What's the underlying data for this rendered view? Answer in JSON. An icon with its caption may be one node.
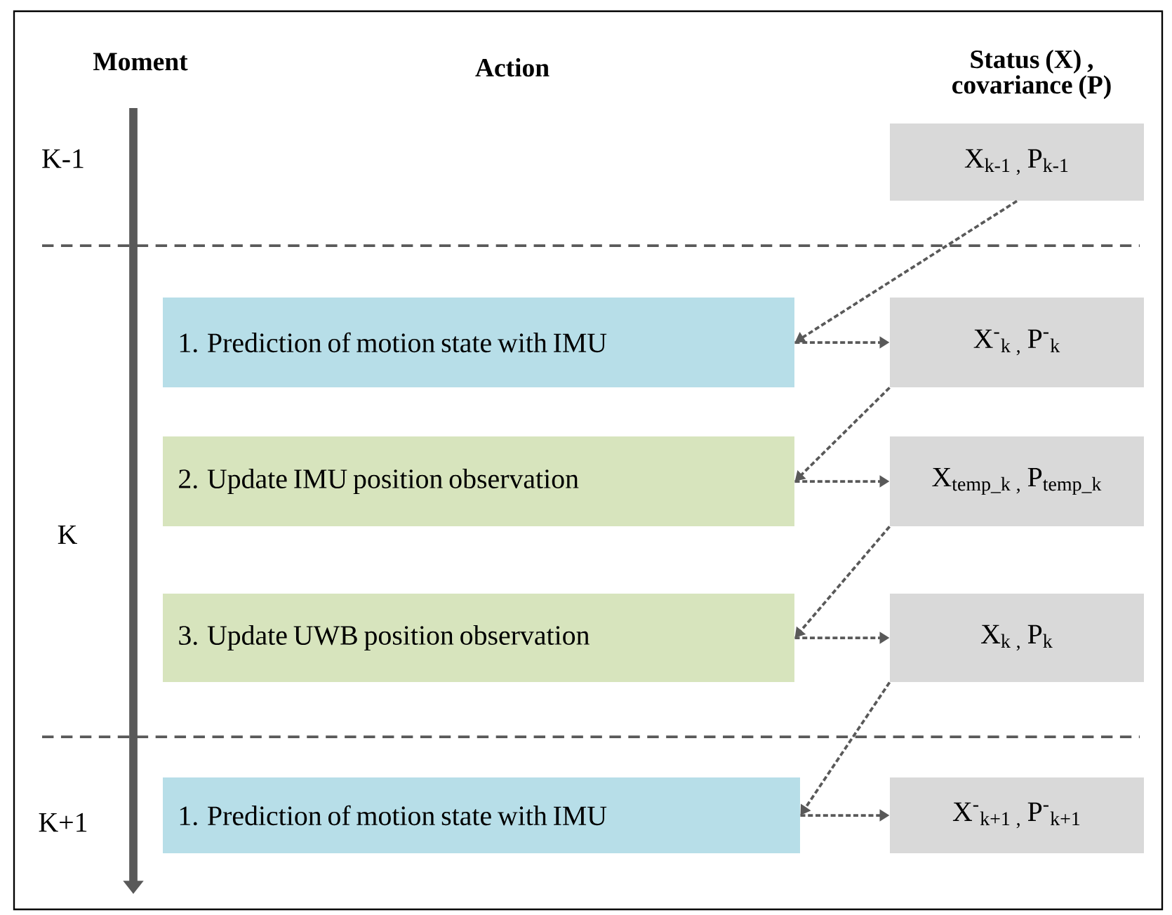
{
  "diagram": {
    "nodes": [
      {
        "text": [
          "X$_{k-1 ,}$ P$_{k-1}$"
        ]
      },
      {
        "text": [
          "1. Prediction of motion state with IMU"
        ]
      },
      {
        "text": [
          "X$^{-}$$_{k ,}$ P$^{-}$$_{k}$"
        ]
      },
      {
        "text": [
          "2. Update IMU position observation"
        ]
      },
      {
        "text": [
          "X$_{temp_k ,}$ P$_{temp_k}$"
        ]
      },
      {
        "text": [
          "3. Update UWB position observation"
        ]
      },
      {
        "text": [
          "X$_{k ,}$ P$_{k}$"
        ]
      },
      {
        "text": [
          "1. Prediction of motion state with IMU"
        ]
      },
      {
        "text": [
          "X$^{-}$$_{k+1 ,}$ P$^{-}$$_{k+1}$"
        ]
      }
    ],
    "edges": [
      {
        "from": 0,
        "to": 1,
        "arrow": "to"
      },
      {
        "from": 1,
        "to": 2,
        "arrow": "to"
      },
      {
        "from": 2,
        "to": 3,
        "arrow": "to"
      },
      {
        "from": 3,
        "to": 4,
        "arrow": "to"
      },
      {
        "from": 4,
        "to": 5,
        "arrow": "to"
      },
      {
        "from": 5,
        "to": 6,
        "arrow": "to"
      },
      {
        "from": 6,
        "to": 7,
        "arrow": "to"
      },
      {
        "from": 7,
        "to": 8,
        "arrow": "to"
      }
    ],
    "labels": [
      "Moment",
      "Action",
      "Status (X) , covariance (P)",
      "K-1",
      "K",
      "K+1"
    ]
  }
}
